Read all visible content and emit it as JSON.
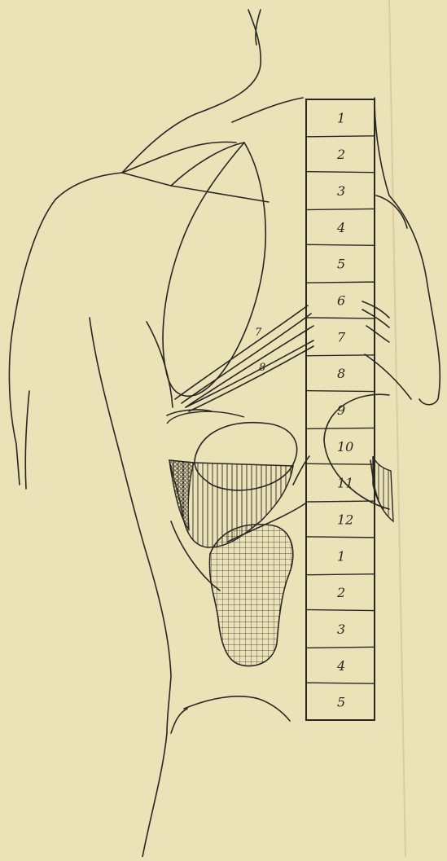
{
  "vertebral_column": {
    "thoracic": [
      "1",
      "2",
      "3",
      "4",
      "5",
      "6",
      "7",
      "8",
      "9",
      "10",
      "11",
      "12"
    ],
    "lumbar": [
      "1",
      "2",
      "3",
      "4",
      "5"
    ]
  },
  "rib_labels": [
    "7",
    "8"
  ],
  "colors": {
    "paper": "#ece2b8",
    "ink": "#2a2622"
  }
}
